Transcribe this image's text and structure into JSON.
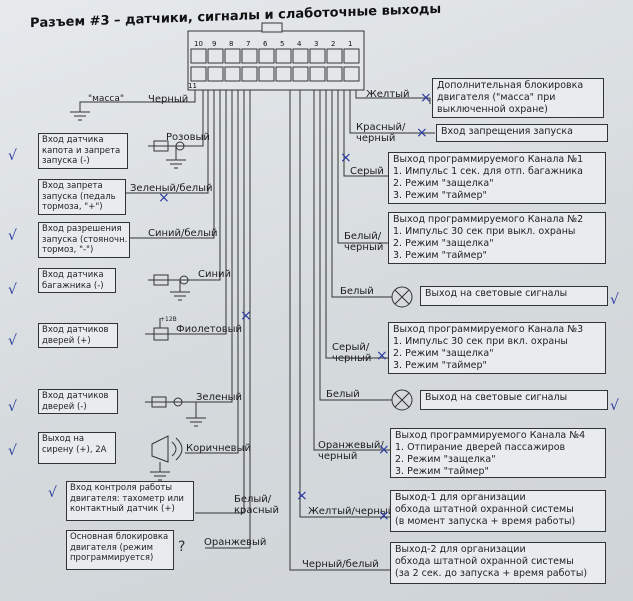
{
  "title": "Разъем #3 – датчики, сигналы и слаботочные выходы",
  "connector": {
    "pins_top": [
      "10",
      "9",
      "8",
      "7",
      "6",
      "5",
      "4",
      "3",
      "2",
      "1"
    ],
    "pins_side": [
      "11"
    ]
  },
  "left": {
    "mass_label": "\"масса\"",
    "wire_black": "Черный",
    "wire_pink": "Розовый",
    "wire_green_white": "Зеленый/белый",
    "wire_blue_white": "Синий/белый",
    "wire_blue": "Синий",
    "wire_violet": "Фиолетовый",
    "violet_small": "+12В",
    "wire_green": "Зеленый",
    "wire_brown": "Коричневый",
    "wire_white_red": "Белый/\nкрасный",
    "wire_orange": "Оранжевый",
    "boxes": [
      [
        "Вход датчика",
        "капота и запрета",
        "запуска (-)"
      ],
      [
        "Вход запрета",
        "запуска (педаль",
        "тормоза, \"+\")"
      ],
      [
        "Вход разрешения",
        "запуска (стояночн.",
        "тормоз, \"-\")"
      ],
      [
        "Вход датчика",
        "багажника (-)"
      ],
      [
        "Вход датчиков",
        "дверей (+)"
      ],
      [
        "Вход датчиков",
        "дверей (-)"
      ],
      [
        "Выход на",
        "сирену (+), 2А"
      ],
      [
        "Вход контроля работы",
        "двигателя: тахометр или",
        "контактный датчик (+)"
      ],
      [
        "Основная блокировка",
        "двигателя (режим",
        "программируется)"
      ]
    ],
    "question_mark": "?"
  },
  "right": {
    "wire_yellow": "Желтый",
    "wire_red_black": "Красный/\nчерный",
    "wire_gray": "Серый",
    "wire_white_black": "Белый/\nчерный",
    "wire_white1": "Белый",
    "wire_gray_black": "Серый/\nчерный",
    "wire_white2": "Белый",
    "wire_orange_black": "Оранжевый/\nчерный",
    "wire_yellow_black": "Желтый/черный",
    "wire_black_white": "Черный/белый",
    "boxes": [
      [
        "Дополнительная блокировка",
        "двигателя (\"масса\" при",
        "выключенной охране)"
      ],
      [
        "Вход запрещения запуска"
      ],
      [
        "Выход программируемого Канала №1",
        "1. Импульс 1 сек. для отп. багажника",
        "2. Режим \"защелка\"",
        "3. Режим \"таймер\""
      ],
      [
        "Выход программируемого Канала №2",
        "1. Импульс 30 сек при выкл. охраны",
        "2. Режим \"защелка\"",
        "3. Режим \"таймер\""
      ],
      [
        "Выход на световые сигналы"
      ],
      [
        "Выход программируемого Канала №3",
        "1. Импульс 30 сек при вкл. охраны",
        "2. Режим \"защелка\"",
        "3. Режим \"таймер\""
      ],
      [
        "Выход на световые сигналы"
      ],
      [
        "Выход программируемого Канала №4",
        "1. Отпирание дверей пассажиров",
        "2. Режим \"защелка\"",
        "3. Режим \"таймер\""
      ],
      [
        "Выход-1 для организации",
        "обхода штатной охранной системы",
        "(в момент запуска + время работы)"
      ],
      [
        "Выход-2 для организации",
        "обхода штатной охранной системы",
        "(за 2 сек. до запуска + время работы)"
      ]
    ]
  },
  "colors": {
    "ink": "#222222",
    "annotation": "#2a3aa0",
    "paper": "#e9ecef"
  }
}
